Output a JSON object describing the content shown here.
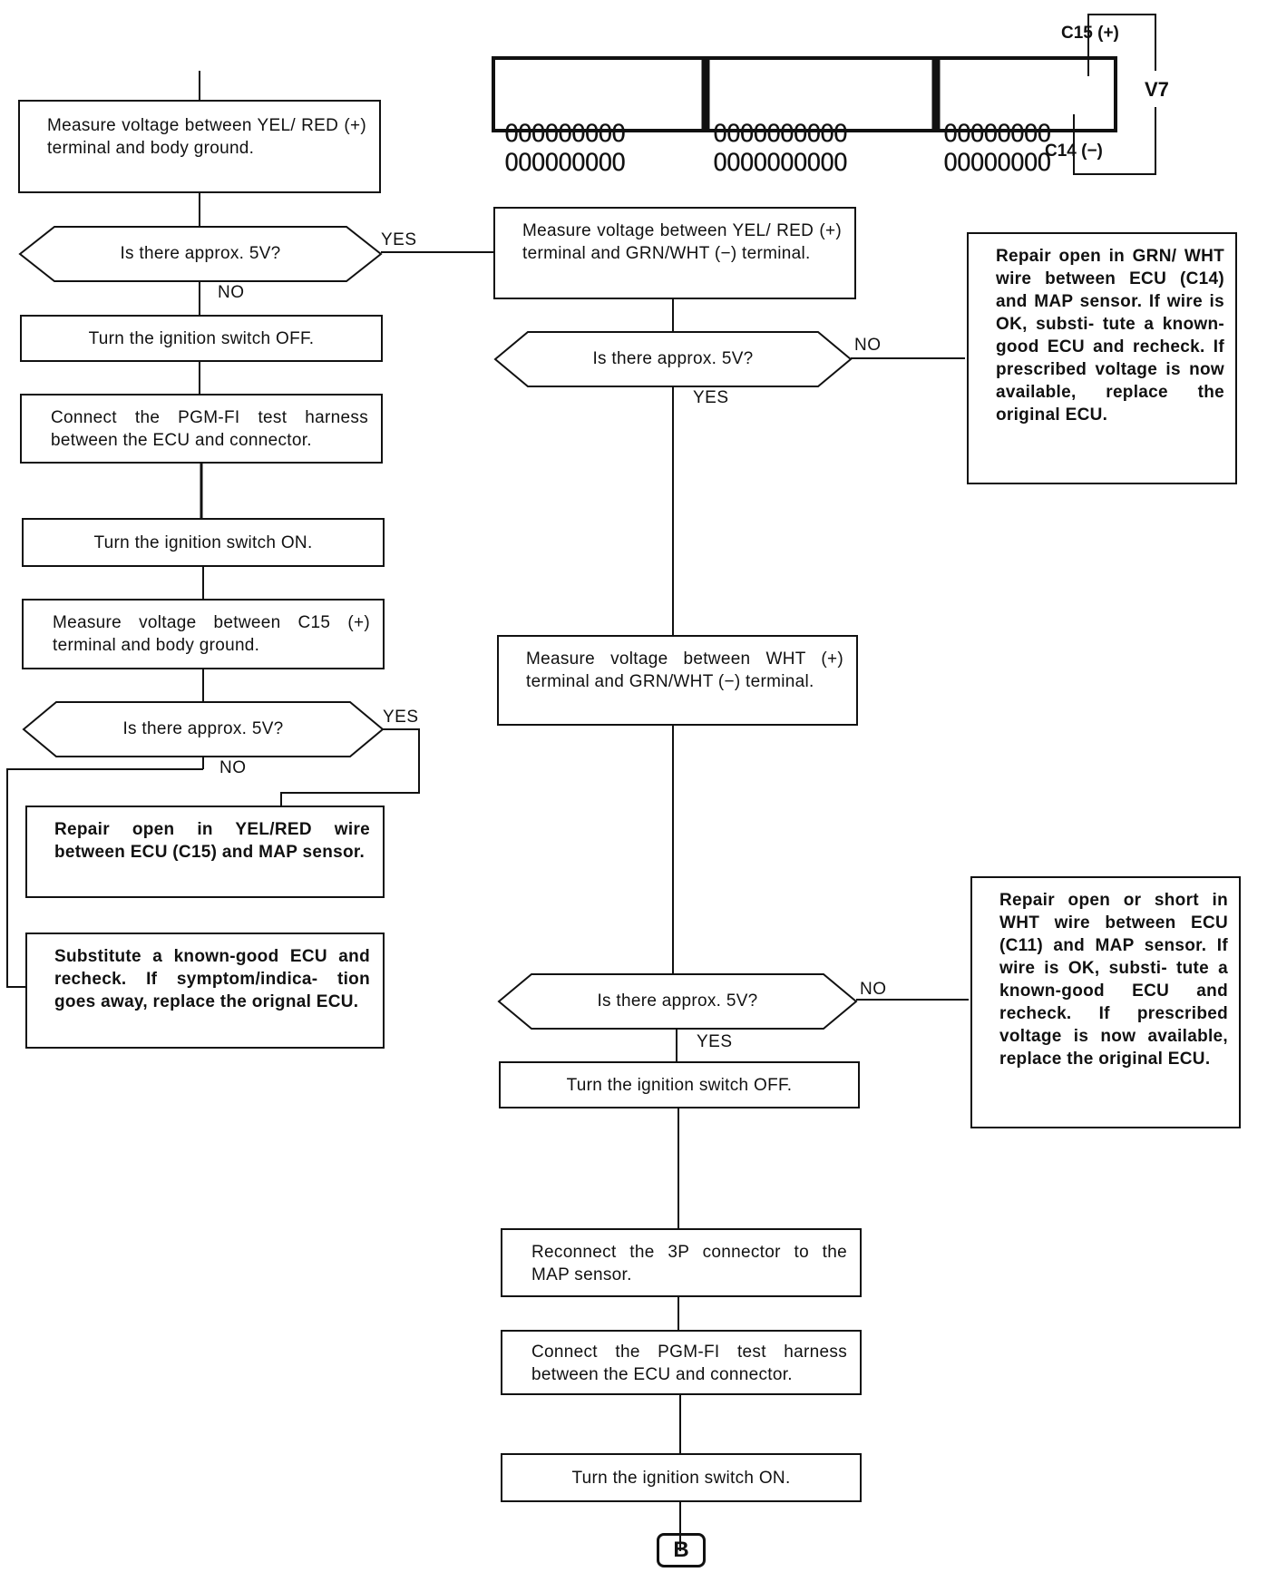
{
  "connector": {
    "pin_rows": [
      "OOOOOOOOO",
      "OOOOOOOOOO",
      "OOOOOOOO"
    ],
    "c15_label": "C15 (+)",
    "c14_label": "C14 (−)",
    "meter_label": "V7"
  },
  "left_column": {
    "step1": "Measure voltage between YEL/ RED (+) terminal and body ground.",
    "decision1": "Is there approx. 5V?",
    "decision1_yes": "YES",
    "decision1_no": "NO",
    "step2": "Turn the ignition switch OFF.",
    "step3": "Connect the PGM-FI test harness between the ECU and connector.",
    "step4": "Turn the ignition switch ON.",
    "step5": "Measure voltage between C15 (+) terminal and body ground.",
    "decision2": "Is there approx. 5V?",
    "decision2_yes": "YES",
    "decision2_no": "NO",
    "result_yes": "Repair open in YEL/RED wire between ECU (C15) and MAP sensor.",
    "result_no": "Substitute a known-good ECU and recheck. If symptom/indica- tion goes away, replace the orignal ECU."
  },
  "right_column": {
    "step1": "Measure voltage between YEL/ RED (+) terminal and GRN/WHT (−) terminal.",
    "decision1": "Is there approx. 5V?",
    "decision1_no": "NO",
    "decision1_yes": "YES",
    "repair1": "Repair open in GRN/ WHT wire between ECU (C14) and MAP sensor. If wire is OK, substi- tute a known-good ECU and recheck. If prescribed voltage is now available, replace the original ECU.",
    "step2": "Measure voltage between WHT (+) terminal and GRN/WHT (−) terminal.",
    "decision2": "Is there approx. 5V?",
    "decision2_no": "NO",
    "decision2_yes": "YES",
    "repair2": "Repair open or short in WHT wire between ECU (C11) and MAP sensor. If wire is OK, substi- tute a known-good ECU and recheck. If prescribed voltage is now available, replace the original ECU.",
    "step3": "Turn the ignition switch OFF.",
    "step4": "Reconnect the 3P connector to the MAP sensor.",
    "step5": "Connect the PGM-FI test harness between the ECU and connector.",
    "step6": "Turn the ignition switch ON.",
    "offpage": "B"
  }
}
